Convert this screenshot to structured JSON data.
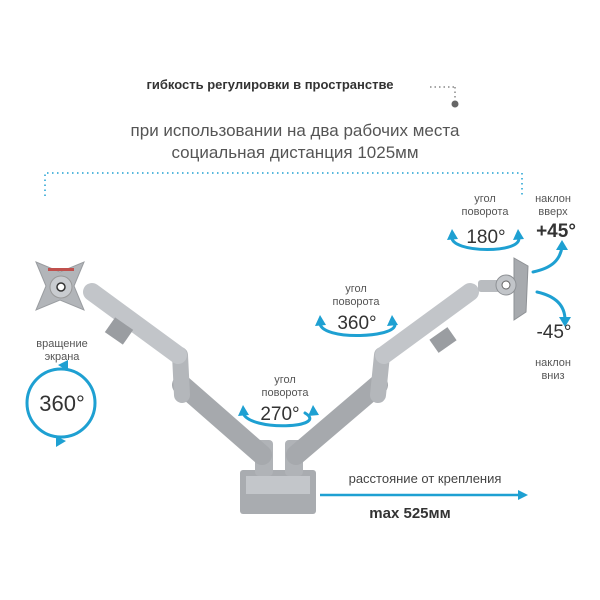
{
  "header": {
    "title": "гибкость регулировки в пространстве",
    "subtitle_line1": "при использовании на два рабочих места",
    "subtitle_line2": "социальная дистанция 1025мм"
  },
  "labels": {
    "screen_rotation": {
      "line1": "вращение",
      "line2": "экрана",
      "value": "360°"
    },
    "base_swivel": {
      "line1": "угол",
      "line2": "поворота",
      "value": "270°"
    },
    "arm_swivel": {
      "line1": "угол",
      "line2": "поворота",
      "value": "360°"
    },
    "head_swivel": {
      "line1": "угол",
      "line2": "поворота",
      "value": "180°"
    },
    "tilt_up": {
      "line1": "наклон",
      "line2": "вверх",
      "value": "+45°"
    },
    "tilt_down": {
      "line1": "наклон",
      "line2": "вниз",
      "value": "-45°"
    },
    "reach": {
      "label": "расстояние от крепления",
      "value": "max 525мм"
    }
  },
  "colors": {
    "accent": "#1ea0d2",
    "metal": "#b9bcc0",
    "text": "#444444"
  }
}
